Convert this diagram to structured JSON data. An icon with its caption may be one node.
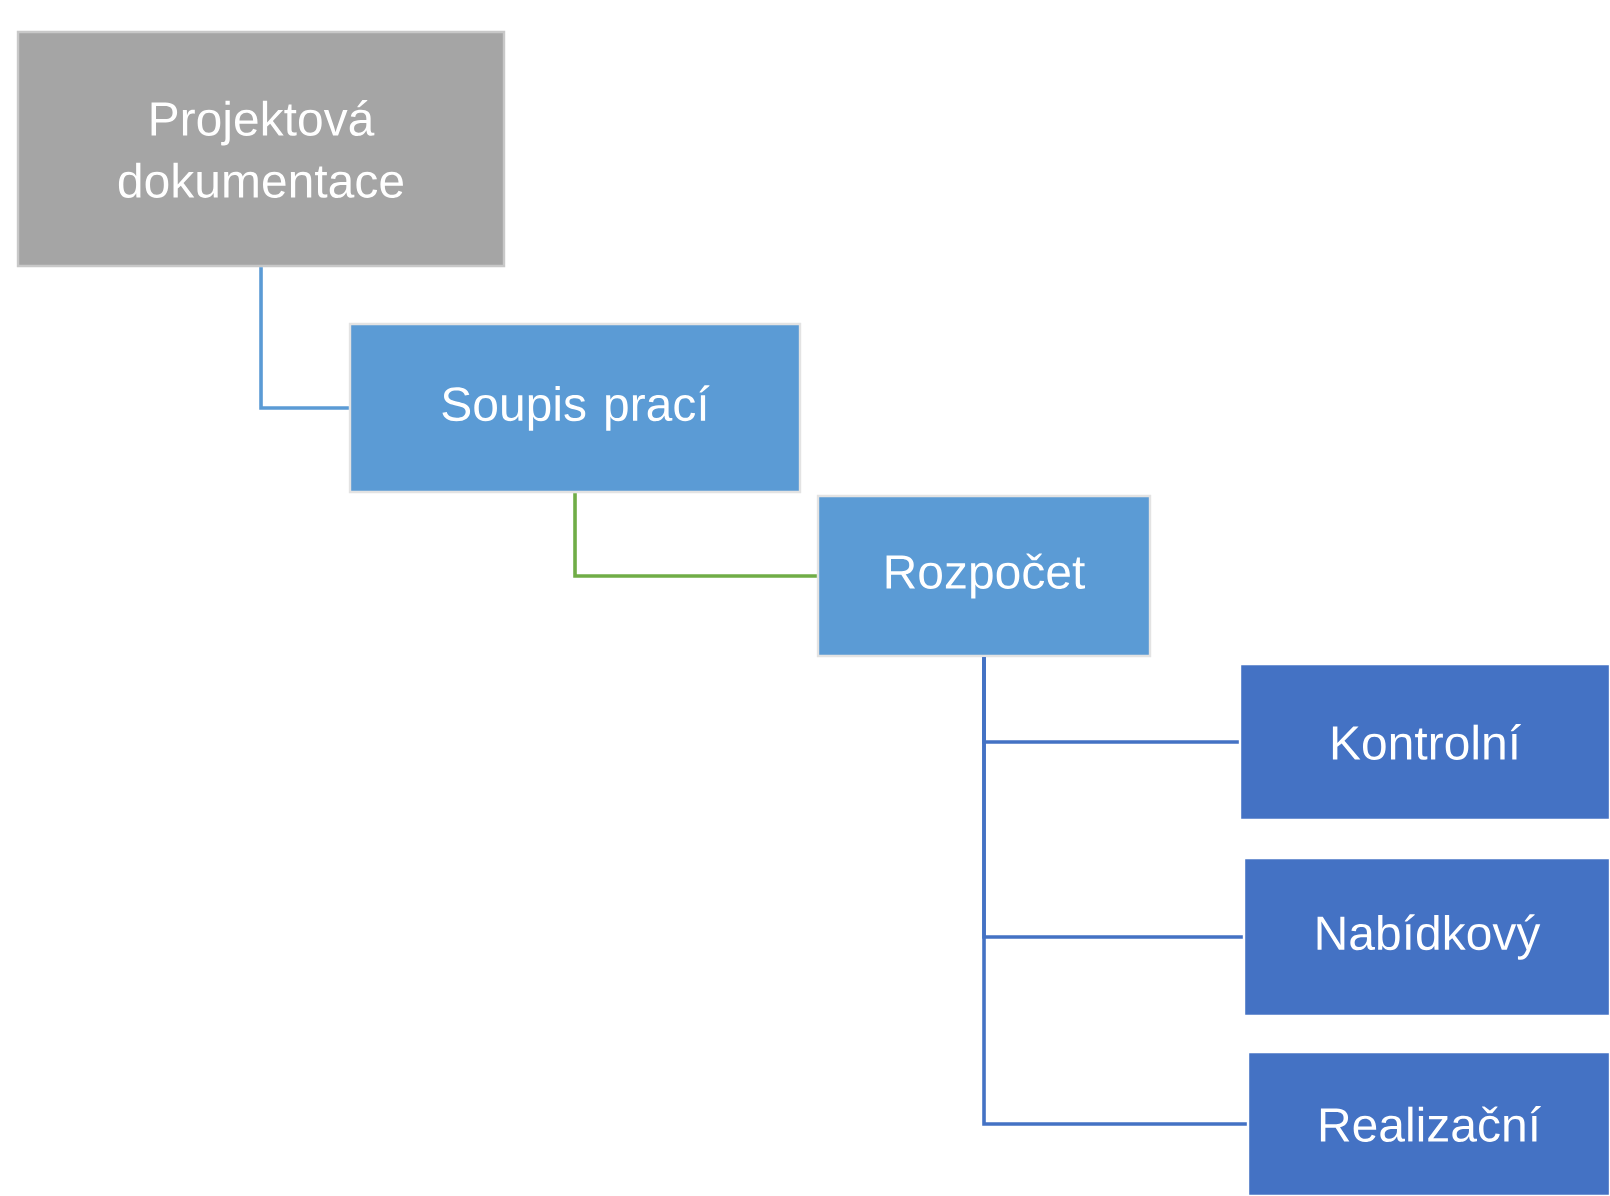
{
  "diagram": {
    "nodes": [
      {
        "text": [
          "Projektová dokumentace"
        ]
      },
      {
        "text": [
          "Soupis prací"
        ]
      },
      {
        "text": [
          "Rozpočet"
        ]
      },
      {
        "text": [
          "Kontrolní"
        ]
      },
      {
        "text": [
          "Nabídkový"
        ]
      },
      {
        "text": [
          "Realizační"
        ]
      }
    ],
    "edges": [
      {
        "from": 0,
        "to": 1,
        "arrow": "none",
        "color": "#5b9bd5"
      },
      {
        "from": 1,
        "to": 2,
        "arrow": "none",
        "color": "#70ad47"
      },
      {
        "from": 2,
        "to": 3,
        "arrow": "none"
      },
      {
        "from": 2,
        "to": 4,
        "arrow": "none"
      },
      {
        "from": 2,
        "to": 5,
        "arrow": "none"
      }
    ]
  }
}
